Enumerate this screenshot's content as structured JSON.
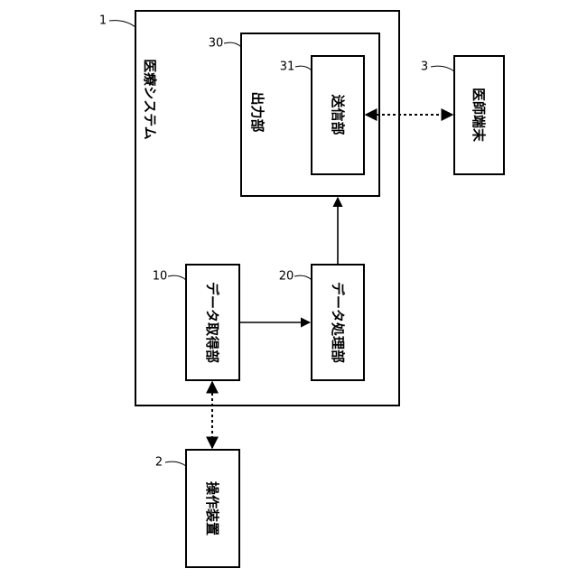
{
  "system": {
    "label": "医療システム",
    "ref": "1"
  },
  "output_unit": {
    "label": "出力部",
    "ref": "30"
  },
  "transmission_unit": {
    "label": "送信部",
    "ref": "31"
  },
  "doctor_terminal": {
    "label": "医師端末",
    "ref": "3"
  },
  "data_acquisition_unit": {
    "label": "データ取得部",
    "ref": "10"
  },
  "data_processing_unit": {
    "label": "データ処理部",
    "ref": "20"
  },
  "operation_device": {
    "label": "操作装置",
    "ref": "2"
  },
  "connections": [
    {
      "from": "data_acquisition_unit",
      "to": "data_processing_unit",
      "style": "solid",
      "direction": "forward"
    },
    {
      "from": "data_processing_unit",
      "to": "output_unit",
      "style": "solid",
      "direction": "forward"
    },
    {
      "from": "transmission_unit",
      "to": "doctor_terminal",
      "style": "dashed",
      "direction": "both"
    },
    {
      "from": "operation_device",
      "to": "data_acquisition_unit",
      "style": "dashed",
      "direction": "both"
    }
  ]
}
